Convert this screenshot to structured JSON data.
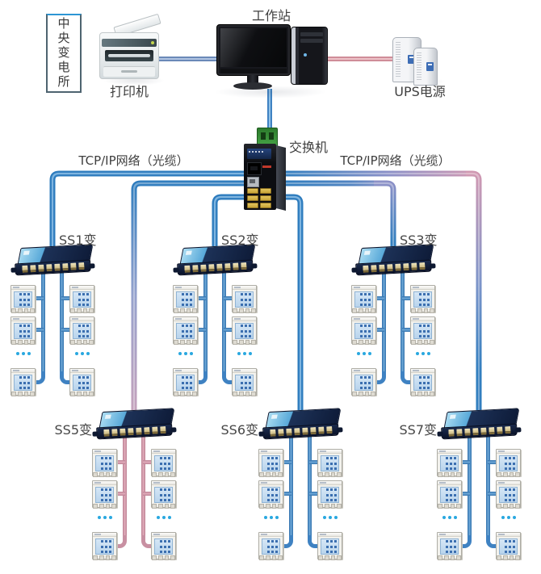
{
  "labels": {
    "central_box": "中央变电所",
    "printer": "打印机",
    "workstation": "工作站",
    "ups": "UPS电源",
    "switch": "交换机",
    "network_left": "TCP/IP网络（光缆）",
    "network_right": "TCP/IP网络（光缆）",
    "ellipsis": "..."
  },
  "substations": [
    {
      "id": "ss1",
      "label": "SS1变"
    },
    {
      "id": "ss2",
      "label": "SS2变"
    },
    {
      "id": "ss3",
      "label": "SS3变"
    },
    {
      "id": "ss5",
      "label": "SS5变"
    },
    {
      "id": "ss6",
      "label": "SS6变"
    },
    {
      "id": "ss7",
      "label": "SS7变"
    }
  ],
  "colors": {
    "line-blue": "#2e7cbe",
    "line-blue-light": "#7fb5e0",
    "line-pink": "#cf8d99",
    "line-pink-light": "#ecc2c8",
    "steel-link": "#6b89b8",
    "bus-blue": "#3f82c2",
    "bus-pink": "#c890a2",
    "dot-blue": "#29a8e0",
    "label-color": "#3f3f3f"
  }
}
